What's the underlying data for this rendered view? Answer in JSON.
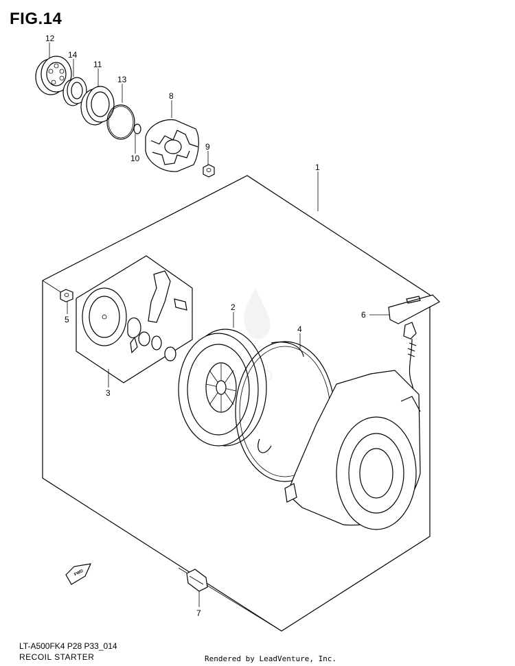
{
  "figure": {
    "title": "FIG.14"
  },
  "callouts": [
    {
      "id": "12",
      "label": "12"
    },
    {
      "id": "14",
      "label": "14"
    },
    {
      "id": "11",
      "label": "11"
    },
    {
      "id": "13",
      "label": "13"
    },
    {
      "id": "8",
      "label": "8"
    },
    {
      "id": "10",
      "label": "10"
    },
    {
      "id": "9",
      "label": "9"
    },
    {
      "id": "1",
      "label": "1"
    },
    {
      "id": "5",
      "label": "5"
    },
    {
      "id": "2",
      "label": "2"
    },
    {
      "id": "6",
      "label": "6"
    },
    {
      "id": "4",
      "label": "4"
    },
    {
      "id": "3",
      "label": "3"
    },
    {
      "id": "7",
      "label": "7"
    }
  ],
  "fwd_marker": {
    "label": "FWD",
    "icon": "fwd-arrow-icon"
  },
  "footer": {
    "model_code": "LT-A500FK4 P28 P33_014",
    "section_name": "RECOIL STARTER",
    "rendered_by": "Rendered by LeadVenture, Inc."
  },
  "colors": {
    "line": "#000000",
    "background": "#ffffff",
    "watermark": "#e6e6e6"
  }
}
